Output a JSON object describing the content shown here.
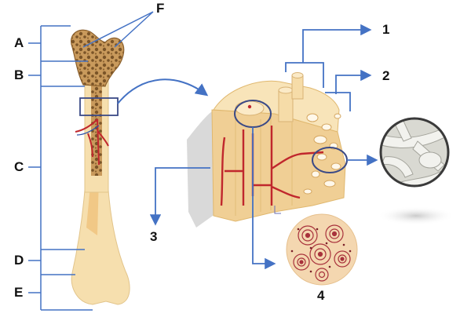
{
  "labels": {
    "a": "A",
    "b": "B",
    "c": "C",
    "d": "D",
    "e": "E",
    "f": "F",
    "n1": "1",
    "n2": "2",
    "n3": "3",
    "n4": "4"
  },
  "colors": {
    "leader": "#4472c4",
    "bone": "#f6dfae",
    "bone_shadow": "#e9c98d",
    "spongy": "#b58a4f",
    "vessel": "#c0272d",
    "periosteum": "#d9d9d9",
    "osteon_bg": "#f4d7b0",
    "osteon_ring": "#a8323c"
  }
}
